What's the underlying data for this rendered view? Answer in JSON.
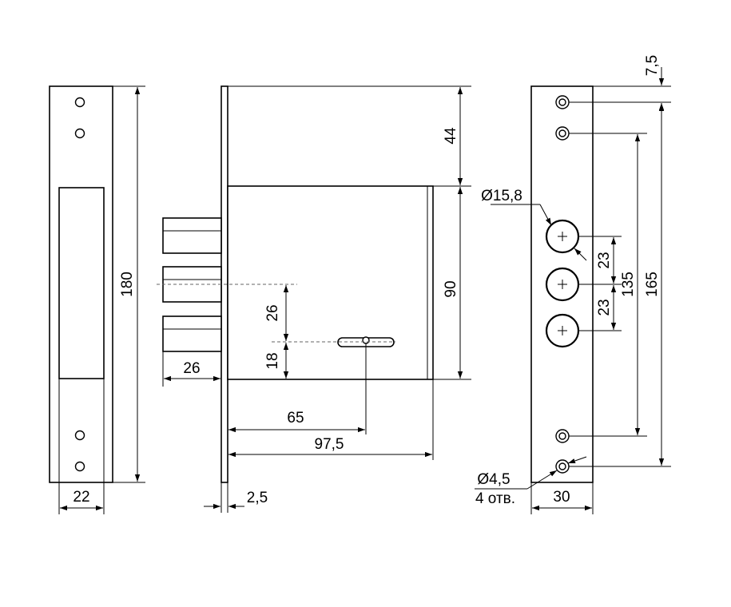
{
  "left_view": {
    "height_dim": "180",
    "width_dim": "22"
  },
  "middle_view": {
    "top_dim": "44",
    "body_dim": "90",
    "bolt_spacing_dim": "26",
    "key_offset_dim": "18",
    "bolt_throw_dim": "26",
    "backset_dim": "65",
    "case_depth_dim": "97,5",
    "plate_thickness_dim": "2,5"
  },
  "right_view": {
    "top_offset_dim": "7,5",
    "overall_dim": "165",
    "holes_span_dim": "135",
    "bolt_pitch_top_dim": "23",
    "bolt_pitch_bottom_dim": "23",
    "bolt_diameter_dim": "Ø15,8",
    "hole_diameter_dim": "Ø4,5",
    "hole_count": "4 отв.",
    "width_dim": "30"
  }
}
